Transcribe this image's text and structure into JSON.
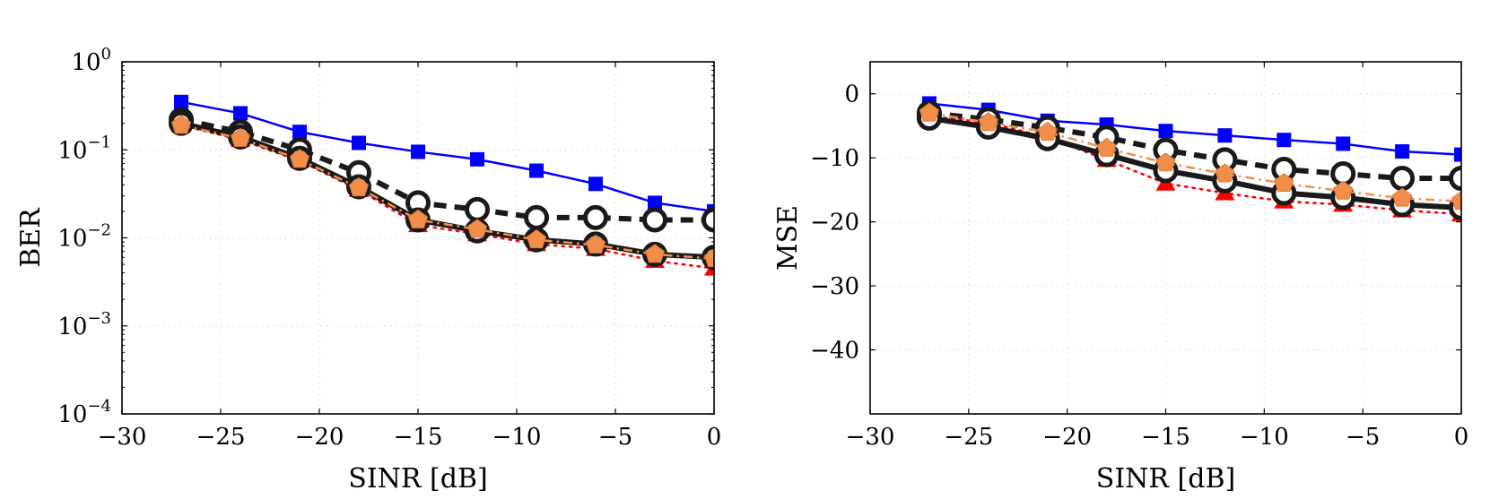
{
  "chart_data": [
    {
      "type": "line",
      "title": "",
      "xlabel": "SINR [dB]",
      "ylabel": "BER",
      "yscale": "log",
      "xlim": [
        -30,
        0
      ],
      "ylim": [
        0.0001,
        1
      ],
      "grid": true,
      "legend": "none",
      "x": [
        -27,
        -24,
        -21,
        -18,
        -15,
        -12,
        -9,
        -6,
        -3,
        0
      ],
      "x_ticks": [
        -30,
        -25,
        -20,
        -15,
        -10,
        -5,
        0
      ],
      "x_tick_labels": [
        "−30",
        "−25",
        "−20",
        "−15",
        "−10",
        "−5",
        "0"
      ],
      "y_ticks": [
        0.0001,
        0.001,
        0.01,
        0.1,
        1
      ],
      "y_tick_labels": [
        {
          "base": "10",
          "exp": "−4"
        },
        {
          "base": "10",
          "exp": "−3"
        },
        {
          "base": "10",
          "exp": "−2"
        },
        {
          "base": "10",
          "exp": "−1"
        },
        {
          "base": "10",
          "exp": "0"
        }
      ],
      "series": [
        {
          "color": "#0000ff",
          "marker": "square",
          "dash": "solid",
          "width": 2.5,
          "values": [
            0.35,
            0.26,
            0.16,
            0.12,
            0.095,
            0.078,
            0.058,
            0.041,
            0.025,
            0.02
          ]
        },
        {
          "color": "#1a1a1a",
          "marker": "open-circle",
          "dash": "dashed",
          "width": 6,
          "values": [
            0.22,
            0.16,
            0.1,
            0.055,
            0.025,
            0.021,
            0.017,
            0.017,
            0.016,
            0.016
          ]
        },
        {
          "color": "#ff0000",
          "marker": "triangle",
          "dash": "dotted",
          "width": 2.5,
          "values": [
            0.19,
            0.13,
            0.075,
            0.035,
            0.014,
            0.011,
            0.0085,
            0.0075,
            0.0055,
            0.0045
          ]
        },
        {
          "color": "#1a1a1a",
          "marker": "open-circle",
          "dash": "solid",
          "width": 6,
          "values": [
            0.2,
            0.14,
            0.08,
            0.038,
            0.016,
            0.012,
            0.0095,
            0.0085,
            0.0065,
            0.006
          ]
        },
        {
          "color": "#f28e4a",
          "marker": "pentagon",
          "dash": "dashdot",
          "width": 2.5,
          "values": [
            0.19,
            0.135,
            0.078,
            0.037,
            0.016,
            0.0125,
            0.0095,
            0.0083,
            0.0065,
            0.0058
          ]
        }
      ]
    },
    {
      "type": "line",
      "title": "",
      "xlabel": "SINR [dB]",
      "ylabel": "MSE",
      "yscale": "linear",
      "xlim": [
        -30,
        0
      ],
      "ylim": [
        -50,
        5
      ],
      "grid": true,
      "legend": "none",
      "x": [
        -27,
        -24,
        -21,
        -18,
        -15,
        -12,
        -9,
        -6,
        -3,
        0
      ],
      "x_ticks": [
        -30,
        -25,
        -20,
        -15,
        -10,
        -5,
        0
      ],
      "x_tick_labels": [
        "−30",
        "−25",
        "−20",
        "−15",
        "−10",
        "−5",
        "0"
      ],
      "y_ticks": [
        -40,
        -30,
        -20,
        -10,
        0
      ],
      "y_tick_labels": [
        "−40",
        "−30",
        "−20",
        "−10",
        "0"
      ],
      "series": [
        {
          "color": "#0000ff",
          "marker": "square",
          "dash": "solid",
          "width": 2.5,
          "values": [
            -1.5,
            -2.5,
            -4.2,
            -4.8,
            -5.8,
            -6.5,
            -7.2,
            -7.8,
            -9.0,
            -9.5
          ]
        },
        {
          "color": "#1a1a1a",
          "marker": "open-circle",
          "dash": "dashed",
          "width": 6,
          "values": [
            -3.0,
            -4.0,
            -5.3,
            -6.8,
            -8.8,
            -10.3,
            -11.8,
            -12.5,
            -13.2,
            -13.2
          ]
        },
        {
          "color": "#ff0000",
          "marker": "triangle",
          "dash": "dotted",
          "width": 2.5,
          "values": [
            -3.5,
            -4.5,
            -6.8,
            -10.3,
            -14.0,
            -15.5,
            -16.8,
            -17.3,
            -18.2,
            -18.8
          ]
        },
        {
          "color": "#1a1a1a",
          "marker": "open-circle",
          "dash": "solid",
          "width": 6,
          "values": [
            -3.8,
            -5.2,
            -7.0,
            -9.5,
            -12.0,
            -13.6,
            -15.5,
            -16.2,
            -17.3,
            -17.8
          ]
        },
        {
          "color": "#f28e4a",
          "marker": "pentagon",
          "dash": "dashdot",
          "width": 2.5,
          "values": [
            -3.0,
            -4.5,
            -6.0,
            -8.5,
            -10.8,
            -12.5,
            -14.0,
            -15.2,
            -16.3,
            -16.8
          ]
        }
      ]
    }
  ]
}
